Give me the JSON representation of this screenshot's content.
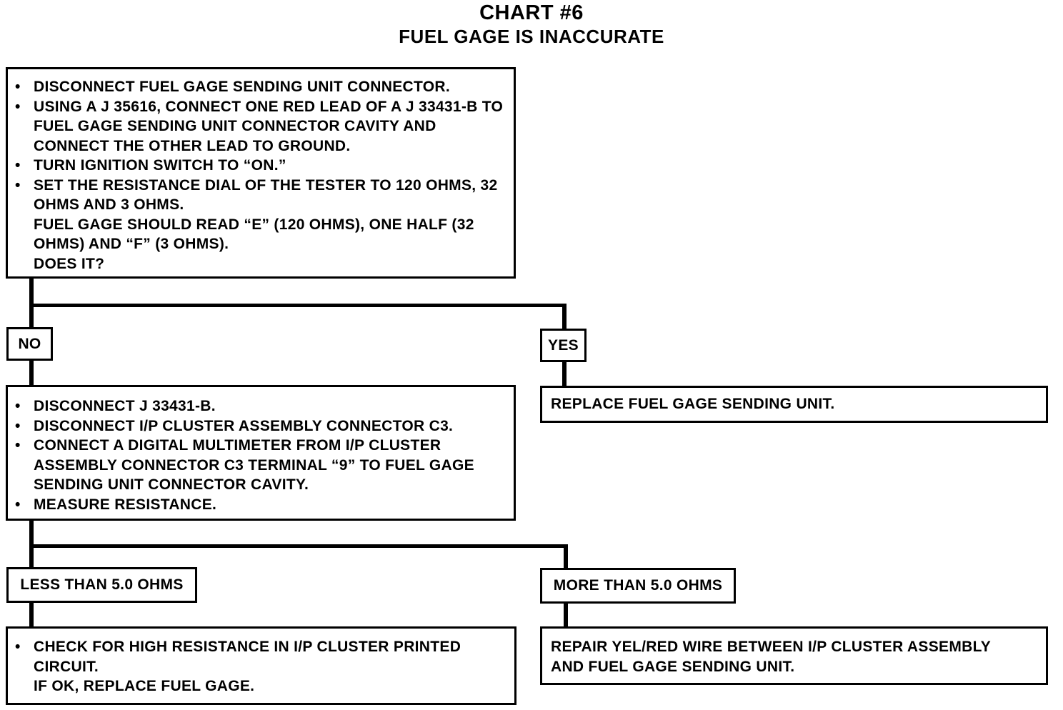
{
  "title": "CHART #6",
  "subtitle": "FUEL GAGE IS INACCURATE",
  "step1": {
    "bullets": [
      "DISCONNECT FUEL GAGE SENDING UNIT CONNECTOR.",
      "USING A J 35616, CONNECT ONE RED LEAD OF A J 33431-B TO FUEL GAGE SENDING UNIT CONNECTOR CAVITY AND CONNECT THE OTHER LEAD TO GROUND.",
      "TURN IGNITION SWITCH TO “ON.”",
      "SET THE RESISTANCE DIAL OF THE TESTER TO 120 OHMS, 32 OHMS AND 3 OHMS."
    ],
    "followup": "FUEL GAGE SHOULD READ “E” (120 OHMS), ONE HALF (32 OHMS) AND “F” (3 OHMS).",
    "question": "DOES IT?"
  },
  "branch1": {
    "no_label": "NO",
    "yes_label": "YES"
  },
  "yes_action": "REPLACE FUEL GAGE SENDING UNIT.",
  "step2": {
    "bullets": [
      "DISCONNECT J 33431-B.",
      "DISCONNECT I/P CLUSTER ASSEMBLY CONNECTOR C3.",
      "CONNECT A DIGITAL MULTIMETER FROM I/P CLUSTER ASSEMBLY CONNECTOR C3 TERMINAL “9” TO FUEL GAGE SENDING UNIT CONNECTOR CAVITY.",
      "MEASURE RESISTANCE."
    ]
  },
  "branch2": {
    "less_label": "LESS THAN 5.0 OHMS",
    "more_label": "MORE THAN 5.0 OHMS"
  },
  "less_action": {
    "bullet": "CHECK FOR HIGH RESISTANCE IN I/P CLUSTER PRINTED CIRCUIT.",
    "followup": "IF OK, REPLACE FUEL GAGE."
  },
  "more_action": "REPAIR YEL/RED WIRE BETWEEN I/P CLUSTER ASSEMBLY AND FUEL GAGE SENDING UNIT."
}
